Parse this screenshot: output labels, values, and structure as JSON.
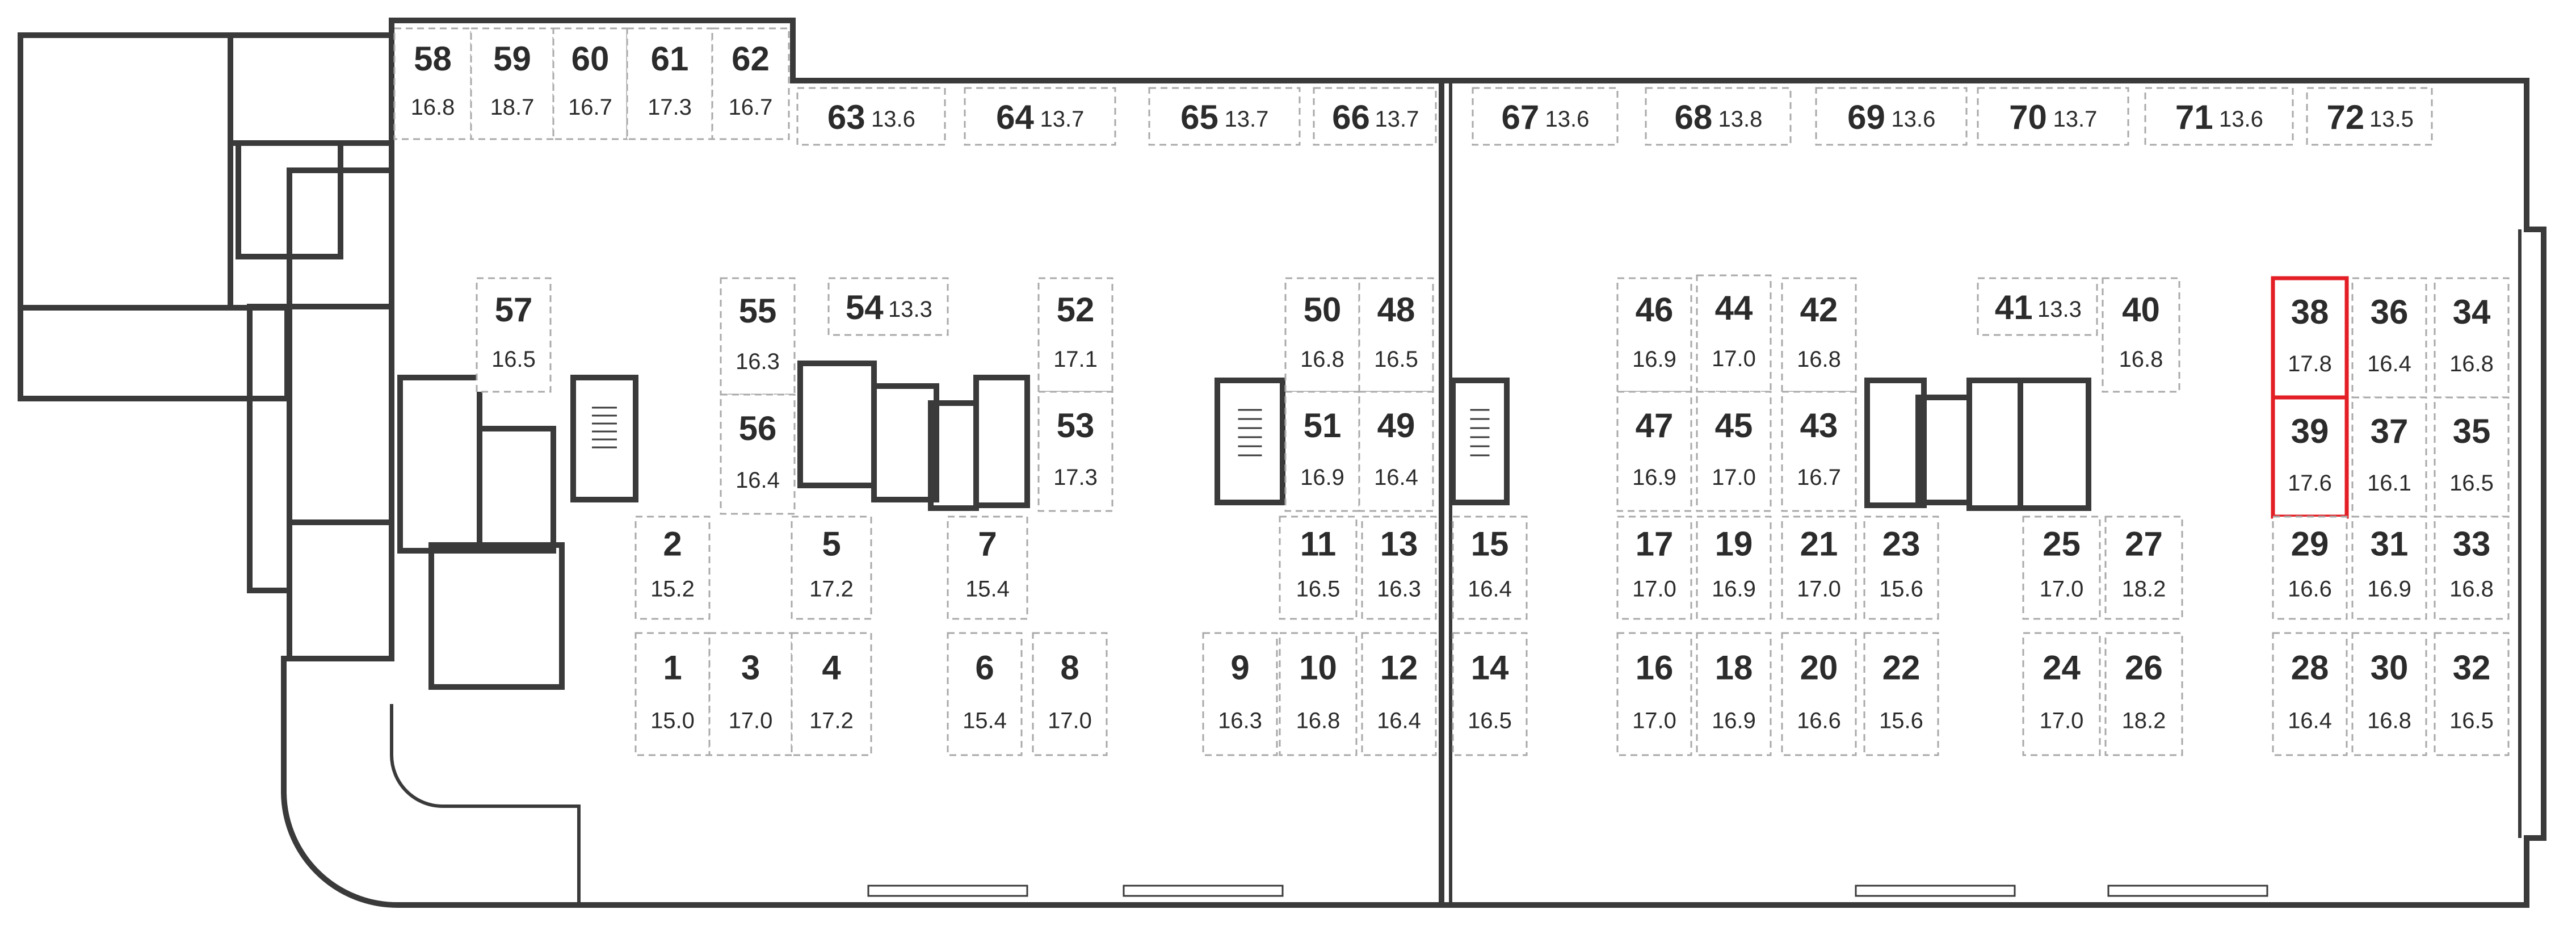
{
  "plan": {
    "highlight_color": "#e31e24",
    "highlighted": [
      "38",
      "39"
    ]
  },
  "spaces": [
    {
      "id": "58",
      "area": "16.8"
    },
    {
      "id": "59",
      "area": "18.7"
    },
    {
      "id": "60",
      "area": "16.7"
    },
    {
      "id": "61",
      "area": "17.3"
    },
    {
      "id": "62",
      "area": "16.7"
    },
    {
      "id": "63",
      "area": "13.6"
    },
    {
      "id": "64",
      "area": "13.7"
    },
    {
      "id": "65",
      "area": "13.7"
    },
    {
      "id": "66",
      "area": "13.7"
    },
    {
      "id": "67",
      "area": "13.6"
    },
    {
      "id": "68",
      "area": "13.8"
    },
    {
      "id": "69",
      "area": "13.6"
    },
    {
      "id": "70",
      "area": "13.7"
    },
    {
      "id": "71",
      "area": "13.6"
    },
    {
      "id": "72",
      "area": "13.5"
    },
    {
      "id": "57",
      "area": "16.5"
    },
    {
      "id": "55",
      "area": "16.3"
    },
    {
      "id": "54",
      "area": "13.3"
    },
    {
      "id": "52",
      "area": "17.1"
    },
    {
      "id": "56",
      "area": "16.4"
    },
    {
      "id": "53",
      "area": "17.3"
    },
    {
      "id": "50",
      "area": "16.8"
    },
    {
      "id": "48",
      "area": "16.5"
    },
    {
      "id": "51",
      "area": "16.9"
    },
    {
      "id": "49",
      "area": "16.4"
    },
    {
      "id": "46",
      "area": "16.9"
    },
    {
      "id": "44",
      "area": "17.0"
    },
    {
      "id": "42",
      "area": "16.8"
    },
    {
      "id": "41",
      "area": "13.3"
    },
    {
      "id": "40",
      "area": "16.8"
    },
    {
      "id": "47",
      "area": "16.9"
    },
    {
      "id": "45",
      "area": "17.0"
    },
    {
      "id": "43",
      "area": "16.7"
    },
    {
      "id": "38",
      "area": "17.8"
    },
    {
      "id": "36",
      "area": "16.4"
    },
    {
      "id": "34",
      "area": "16.8"
    },
    {
      "id": "39",
      "area": "17.6"
    },
    {
      "id": "37",
      "area": "16.1"
    },
    {
      "id": "35",
      "area": "16.5"
    },
    {
      "id": "2",
      "area": "15.2"
    },
    {
      "id": "5",
      "area": "17.2"
    },
    {
      "id": "7",
      "area": "15.4"
    },
    {
      "id": "11",
      "area": "16.5"
    },
    {
      "id": "13",
      "area": "16.3"
    },
    {
      "id": "15",
      "area": "16.4"
    },
    {
      "id": "17",
      "area": "17.0"
    },
    {
      "id": "19",
      "area": "16.9"
    },
    {
      "id": "21",
      "area": "17.0"
    },
    {
      "id": "23",
      "area": "15.6"
    },
    {
      "id": "25",
      "area": "17.0"
    },
    {
      "id": "27",
      "area": "18.2"
    },
    {
      "id": "29",
      "area": "16.6"
    },
    {
      "id": "31",
      "area": "16.9"
    },
    {
      "id": "33",
      "area": "16.8"
    },
    {
      "id": "1",
      "area": "15.0"
    },
    {
      "id": "3",
      "area": "17.0"
    },
    {
      "id": "4",
      "area": "17.2"
    },
    {
      "id": "6",
      "area": "15.4"
    },
    {
      "id": "8",
      "area": "17.0"
    },
    {
      "id": "9",
      "area": "16.3"
    },
    {
      "id": "10",
      "area": "16.8"
    },
    {
      "id": "12",
      "area": "16.4"
    },
    {
      "id": "14",
      "area": "16.5"
    },
    {
      "id": "16",
      "area": "17.0"
    },
    {
      "id": "18",
      "area": "16.9"
    },
    {
      "id": "20",
      "area": "16.6"
    },
    {
      "id": "22",
      "area": "15.6"
    },
    {
      "id": "24",
      "area": "17.0"
    },
    {
      "id": "26",
      "area": "18.2"
    },
    {
      "id": "28",
      "area": "16.4"
    },
    {
      "id": "30",
      "area": "16.8"
    },
    {
      "id": "32",
      "area": "16.5"
    }
  ]
}
